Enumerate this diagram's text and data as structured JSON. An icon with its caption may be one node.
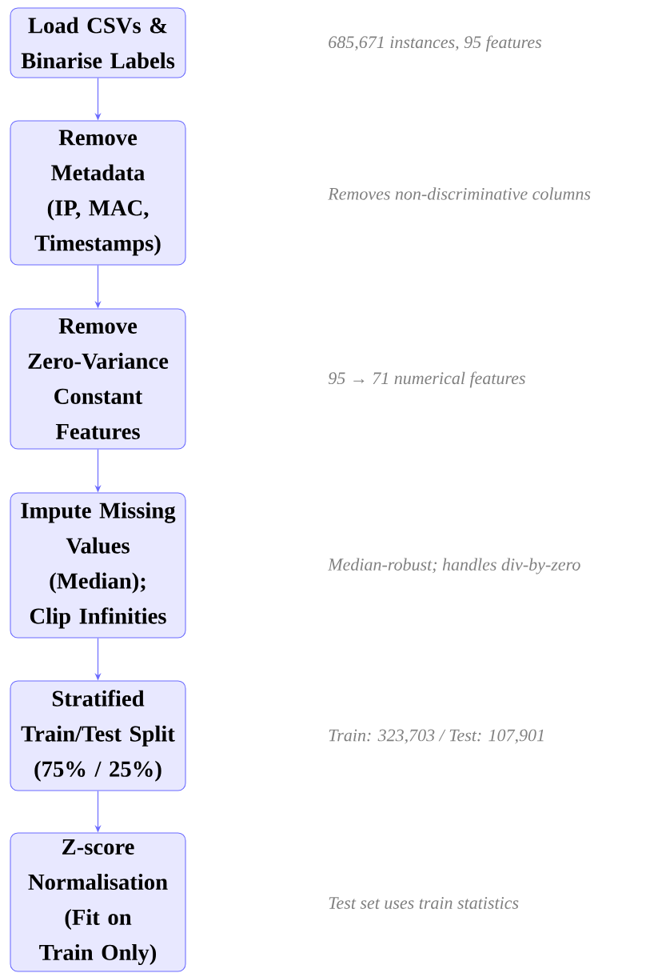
{
  "diagram": {
    "nodes": [
      {
        "text": [
          "Load CSVs & Binarise Labels"
        ]
      },
      {
        "text": [
          "Remove Metadata (IP, MAC, Timestamps)"
        ]
      },
      {
        "text": [
          "Remove Zero-Variance Constant Features"
        ]
      },
      {
        "text": [
          "Impute Missing Values (Median); Clip Infinities"
        ]
      },
      {
        "text": [
          "Stratified Train/Test Split (75% / 25%)"
        ]
      },
      {
        "text": [
          "Z-score Normalisation (Fit on Train Only)"
        ]
      }
    ],
    "edges": [
      {
        "from": 0,
        "to": 1,
        "arrow": "to"
      },
      {
        "from": 1,
        "to": 2,
        "arrow": "to"
      },
      {
        "from": 2,
        "to": 3,
        "arrow": "to"
      },
      {
        "from": 3,
        "to": 4,
        "arrow": "to"
      },
      {
        "from": 4,
        "to": 5,
        "arrow": "to"
      }
    ],
    "labels": [
      "685,671 instances, 95 features",
      "Removes non-discriminative columns",
      "95 → 71 numerical features",
      "Median-robust; handles div-by-zero",
      "Train: 323,703 / Test: 107,901",
      "Test set uses train statistics"
    ]
  }
}
